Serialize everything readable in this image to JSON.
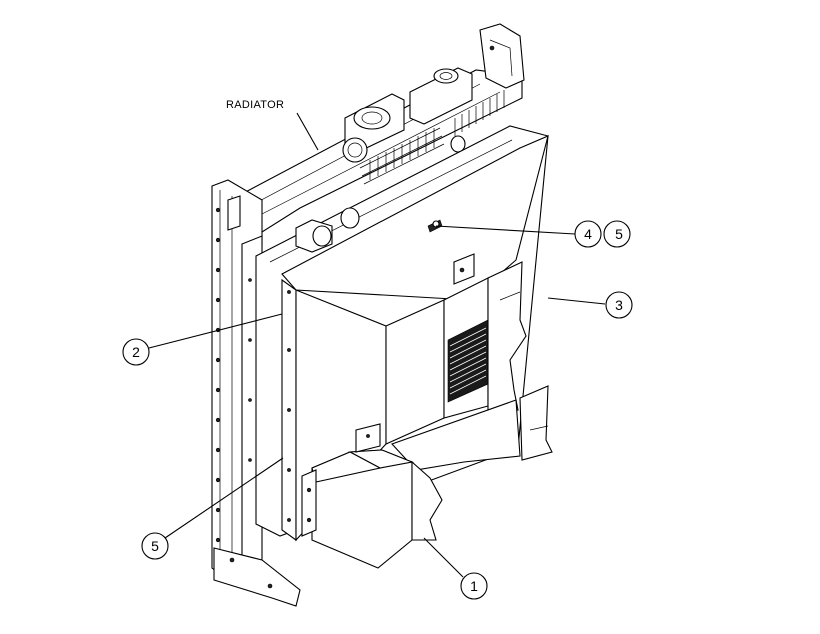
{
  "labels": {
    "radiator": "RADIATOR"
  },
  "callouts": {
    "c1": "1",
    "c2": "2",
    "c3": "3",
    "c4": "4",
    "c5a": "5",
    "c5b": "5"
  }
}
